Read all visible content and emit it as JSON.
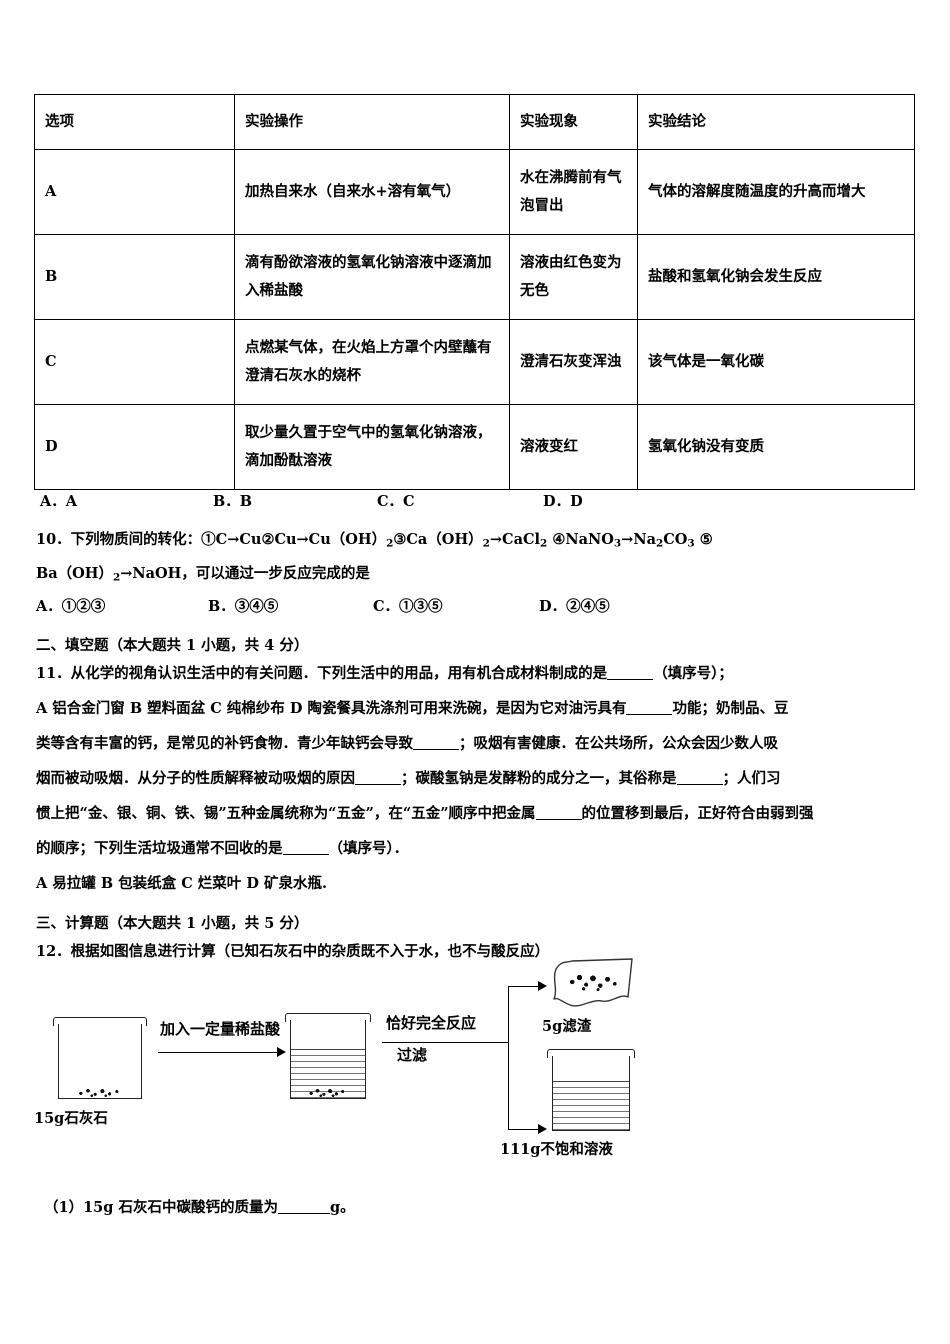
{
  "table": {
    "headers": [
      "选项",
      "实验操作",
      "实验现象",
      "实验结论"
    ],
    "rows": [
      {
        "option": "A",
        "operation": "加热自来水（自来水+溶有氧气）",
        "phenomenon": "水在沸腾前有气泡冒出",
        "conclusion": "气体的溶解度随温度的升高而增大"
      },
      {
        "option": "B",
        "operation": "滴有酚欲溶液的氢氧化钠溶液中逐滴加入稀盐酸",
        "phenomenon": "溶液由红色变为无色",
        "conclusion": "盐酸和氢氧化钠会发生反应"
      },
      {
        "option": "C",
        "operation": "点燃某气体，在火焰上方罩个内壁蘸有澄清石灰水的烧杯",
        "phenomenon": "澄清石灰变浑浊",
        "conclusion": "该气体是一氧化碳"
      },
      {
        "option": "D",
        "operation": "取少量久置于空气中的氢氧化钠溶液，滴加酚酞溶液",
        "phenomenon": "溶液变红",
        "conclusion": "氢氧化钠没有变质"
      }
    ]
  },
  "q9_choices": [
    "A．A",
    "B．B",
    "C．C",
    "D．D"
  ],
  "q10": {
    "stem_line1_prefix": "10．下列物质间的转化：①C→Cu②Cu→Cu（OH）",
    "stem_line1_sub1": "2",
    "stem_line1_mid": "③Ca（OH）",
    "stem_line1_sub2": "2",
    "stem_line1_mid2": "→CaCl",
    "stem_line1_sub3": "2",
    "stem_line1_mid3": " ④NaNO",
    "stem_line1_sub4": "3",
    "stem_line1_mid4": "→Na",
    "stem_line1_sub5": "2",
    "stem_line1_mid5": "CO",
    "stem_line1_sub6": "3",
    "stem_line1_end": " ⑤",
    "stem_line2_prefix": "Ba（OH）",
    "stem_line2_sub": "2",
    "stem_line2_end": "→NaOH，可以通过一步反应完成的是",
    "choices": [
      "A．①②③",
      "B．③④⑤",
      "C．①③⑤",
      "D．②④⑤"
    ]
  },
  "section2": {
    "heading": "二、填空题（本大题共 1 小题，共 4 分）",
    "q11_line1_a": "11．从化学的视角认识生活中的有关问题．下列生活中的用品，用有机合成材料制成的是",
    "q11_line1_b": "（填序号）；",
    "q11_line2_a": "A 铝合金门窗 B 塑料面盆 C 纯棉纱布 D 陶瓷餐具洗涤剂可用来洗碗，是因为它对油污具有",
    "q11_line2_b": "功能；奶制品、豆",
    "q11_line3_a": "类等含有丰富的钙，是常见的补钙食物．青少年缺钙会导致",
    "q11_line3_b": "；吸烟有害健康．在公共场所，公众会因少数人吸",
    "q11_line4_a": "烟而被动吸烟．从分子的性质解释被动吸烟的原因",
    "q11_line4_b": "；碳酸氢钠是发酵粉的成分之一，其俗称是",
    "q11_line4_c": "；人们习",
    "q11_line5_a": "惯上把“金、银、铜、铁、锡”五种金属统称为“五金”，在“五金”顺序中把金属",
    "q11_line5_b": "的位置移到最后，正好符合由弱到强",
    "q11_line6_a": "的顺序；下列生活垃圾通常不回收的是",
    "q11_line6_b": "（填序号）．",
    "q11_line7": "A 易拉罐 B 包装纸盒 C 烂菜叶 D 矿泉水瓶."
  },
  "section3": {
    "heading": "三、计算题（本大题共 1 小题，共 5 分）",
    "q12_stem": "12．根据如图信息进行计算（已知石灰石中的杂质既不入于水，也不与酸反应）"
  },
  "diagram": {
    "beaker1_caption": "15g石灰石",
    "arrow1_label": "加入一定量稀盐酸",
    "arrow2_label_line1": "恰好完全反应",
    "arrow2_label_line2": "过滤",
    "residue_caption": "5g滤渣",
    "solution_caption": "111g不饱和溶液",
    "solution_caption_color": "#000000"
  },
  "q12_sub1": {
    "prefix": "（1）15g 石灰石中碳酸钙的质量为",
    "suffix": "g。"
  }
}
